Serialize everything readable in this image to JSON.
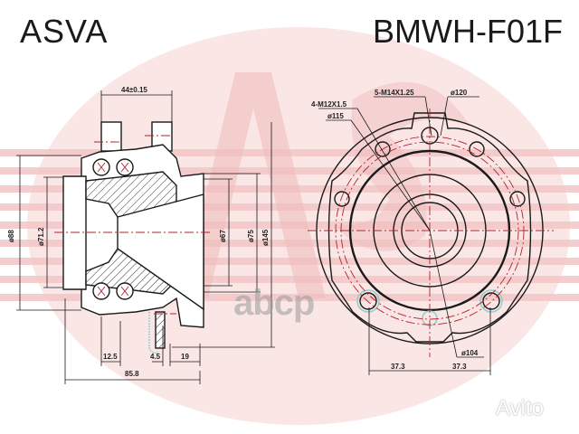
{
  "header": {
    "brand": "ASVA",
    "part_number": "BMWH-F01F"
  },
  "side_view": {
    "dimensions": {
      "top_width": "44±0.15",
      "diam_outer_left": "ø88",
      "diam_inner_left": "ø71.2",
      "diam_bore": "ø67",
      "diam_pilot": "ø75",
      "diam_flange": "ø145",
      "width_12_5": "12.5",
      "width_4_5": "4.5",
      "width_19": "19",
      "overall_width": "85.8"
    }
  },
  "front_view": {
    "dimensions": {
      "bolt_thread_4": "4-M12X1.5",
      "stud_thread_5": "5-M14X1.25",
      "pcd_120": "ø120",
      "pcd_115": "ø115",
      "pcd_104": "ø104",
      "offset_left": "37.3",
      "offset_right": "37.3"
    }
  },
  "watermarks": {
    "abcp": "abcp",
    "avito": "Avito"
  },
  "colors": {
    "watermark_red": "#f2c4c4",
    "line": "#1a1a1a",
    "centerline": "#b0222a",
    "seal_cyan": "#8fd0d0"
  }
}
